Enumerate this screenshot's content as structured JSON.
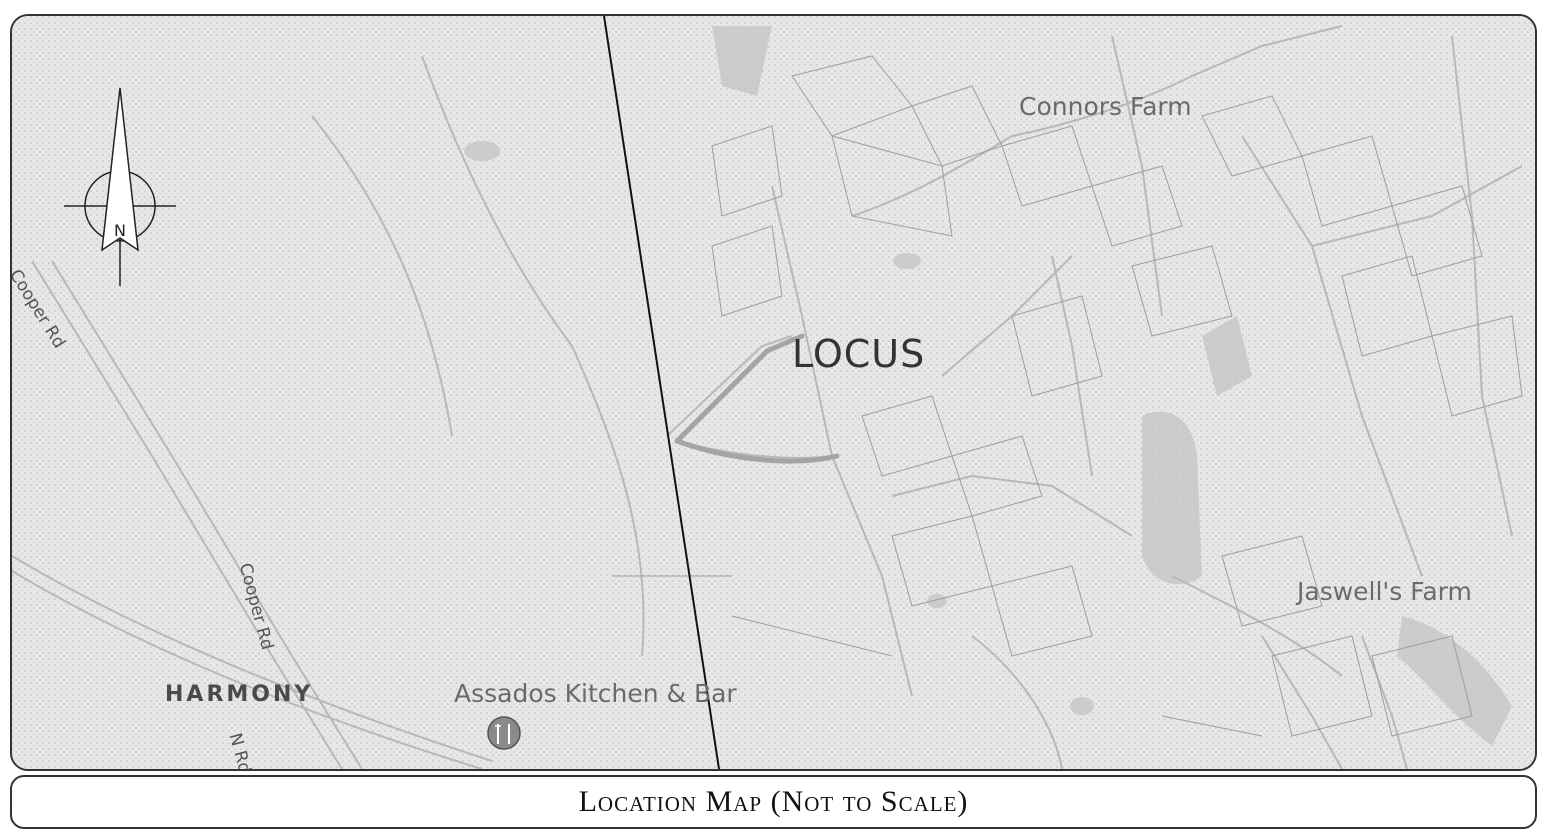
{
  "caption": "Location Map (Not to Scale)",
  "compass": {
    "letter": "N"
  },
  "labels": {
    "locus": "LOCUS",
    "connors_farm": "Connors Farm",
    "jaswells_farm": "Jaswell's Farm",
    "harmony": "HARMONY",
    "assados": "Assados Kitchen & Bar",
    "cooper_rd_upper": "Cooper Rd",
    "cooper_rd_lower": "Cooper Rd",
    "n_rd": "N Rd"
  },
  "markers": {
    "restaurant": "restaurant-icon"
  },
  "colors": {
    "frame": "#333333",
    "background": "#e9e9e9",
    "roads": "#b5b5b5",
    "water": "#c4c4c4"
  }
}
